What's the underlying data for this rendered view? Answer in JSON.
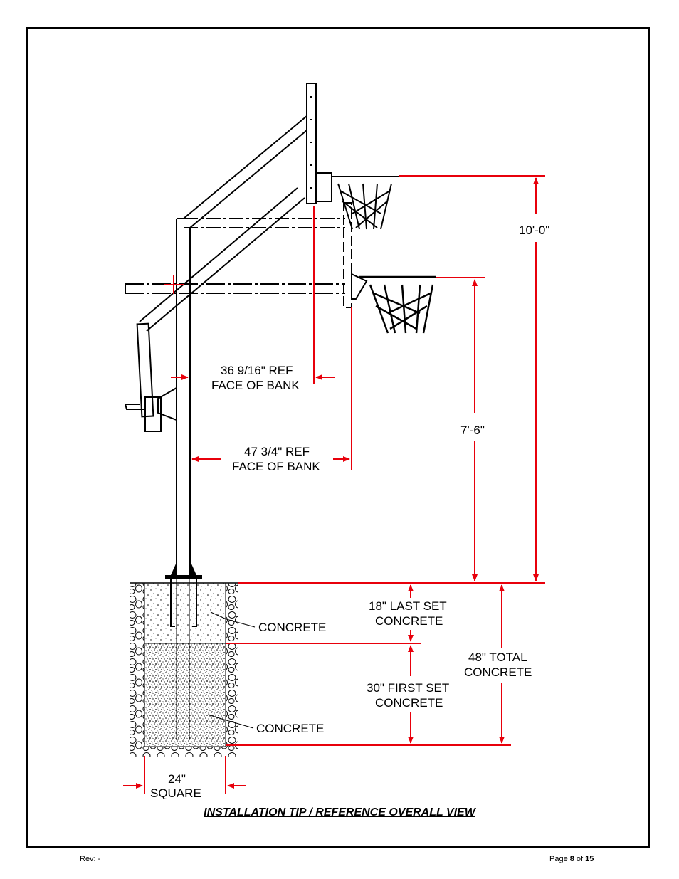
{
  "diagram": {
    "labels": {
      "setback_upper_1": "36 9/16\" REF",
      "setback_upper_2": "FACE OF BANK",
      "setback_lower_1": "47 3/4\" REF",
      "setback_lower_2": "FACE OF BANK",
      "height_high": "10'-0\"",
      "height_low": "7'-6\"",
      "concrete_top_label": "CONCRETE",
      "concrete_bottom_label": "CONCRETE",
      "last_set_1": "18\" LAST SET",
      "last_set_2": "CONCRETE",
      "first_set_1": "30\" FIRST SET",
      "first_set_2": "CONCRETE",
      "total_1": "48\" TOTAL",
      "total_2": "CONCRETE",
      "width_1": "24\"",
      "width_2": "SQUARE"
    },
    "caption": "INSTALLATION TIP / REFERENCE OVERALL VIEW",
    "colors": {
      "dimension": "#e8000b",
      "line": "#000000"
    }
  },
  "footer": {
    "rev": "Rev: -",
    "page_prefix": "Page ",
    "page_num": "8",
    "page_of": " of ",
    "page_total": "15"
  }
}
